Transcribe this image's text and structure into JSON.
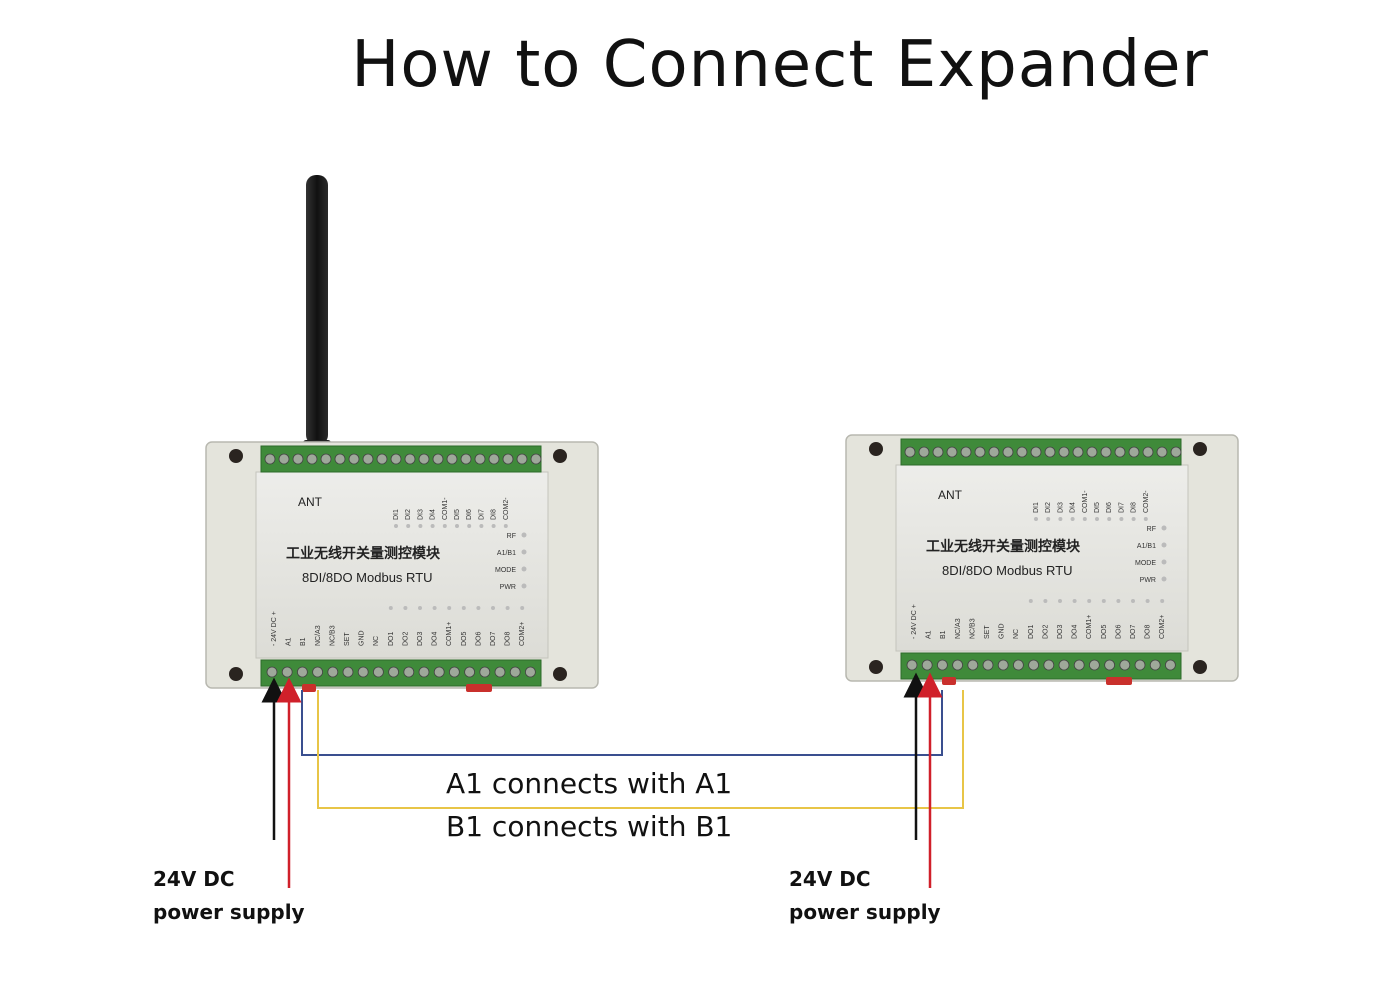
{
  "title": "How to Connect Expander",
  "modules": [
    {
      "antenna_label": "ANT",
      "name_cn": "工业无线开关量测控模块",
      "model": "8DI/8DO Modbus RTU",
      "top_terminals": [
        "DI1",
        "DI2",
        "DI3",
        "DI4",
        "COM1-",
        "DI5",
        "DI6",
        "DI7",
        "DI8",
        "COM2-"
      ],
      "leds": [
        "RF",
        "A1/B1",
        "MODE",
        "PWR"
      ],
      "bottom_terminals": [
        "- 24V DC +",
        "A1",
        "B1",
        "NC/A3",
        "NC/B3",
        "SET",
        "GND",
        "NC",
        "DO1",
        "DO2",
        "DO3",
        "DO4",
        "COM1+",
        "DO5",
        "DO6",
        "DO7",
        "DO8",
        "COM2+"
      ]
    },
    {
      "antenna_label": "ANT",
      "name_cn": "工业无线开关量测控模块",
      "model": "8DI/8DO Modbus RTU",
      "top_terminals": [
        "DI1",
        "DI2",
        "DI3",
        "DI4",
        "COM1-",
        "DI5",
        "DI6",
        "DI7",
        "DI8",
        "COM2-"
      ],
      "leds": [
        "RF",
        "A1/B1",
        "MODE",
        "PWR"
      ],
      "bottom_terminals": [
        "- 24V DC +",
        "A1",
        "B1",
        "NC/A3",
        "NC/B3",
        "SET",
        "GND",
        "NC",
        "DO1",
        "DO2",
        "DO3",
        "DO4",
        "COM1+",
        "DO5",
        "DO6",
        "DO7",
        "DO8",
        "COM2+"
      ]
    }
  ],
  "connections": {
    "a1_label": "A1 connects with A1",
    "b1_label": "B1 connects with B1"
  },
  "power": [
    {
      "line1": "24V DC",
      "line2": "power supply"
    },
    {
      "line1": "24V DC",
      "line2": "power supply"
    }
  ],
  "colors": {
    "a_wire": "#3a4f8f",
    "b_wire": "#e8c547",
    "positive_wire": "#d0202a",
    "negative_wire": "#111111",
    "terminal_green": "#3f8a3a",
    "housing": "#e4e4dc"
  }
}
